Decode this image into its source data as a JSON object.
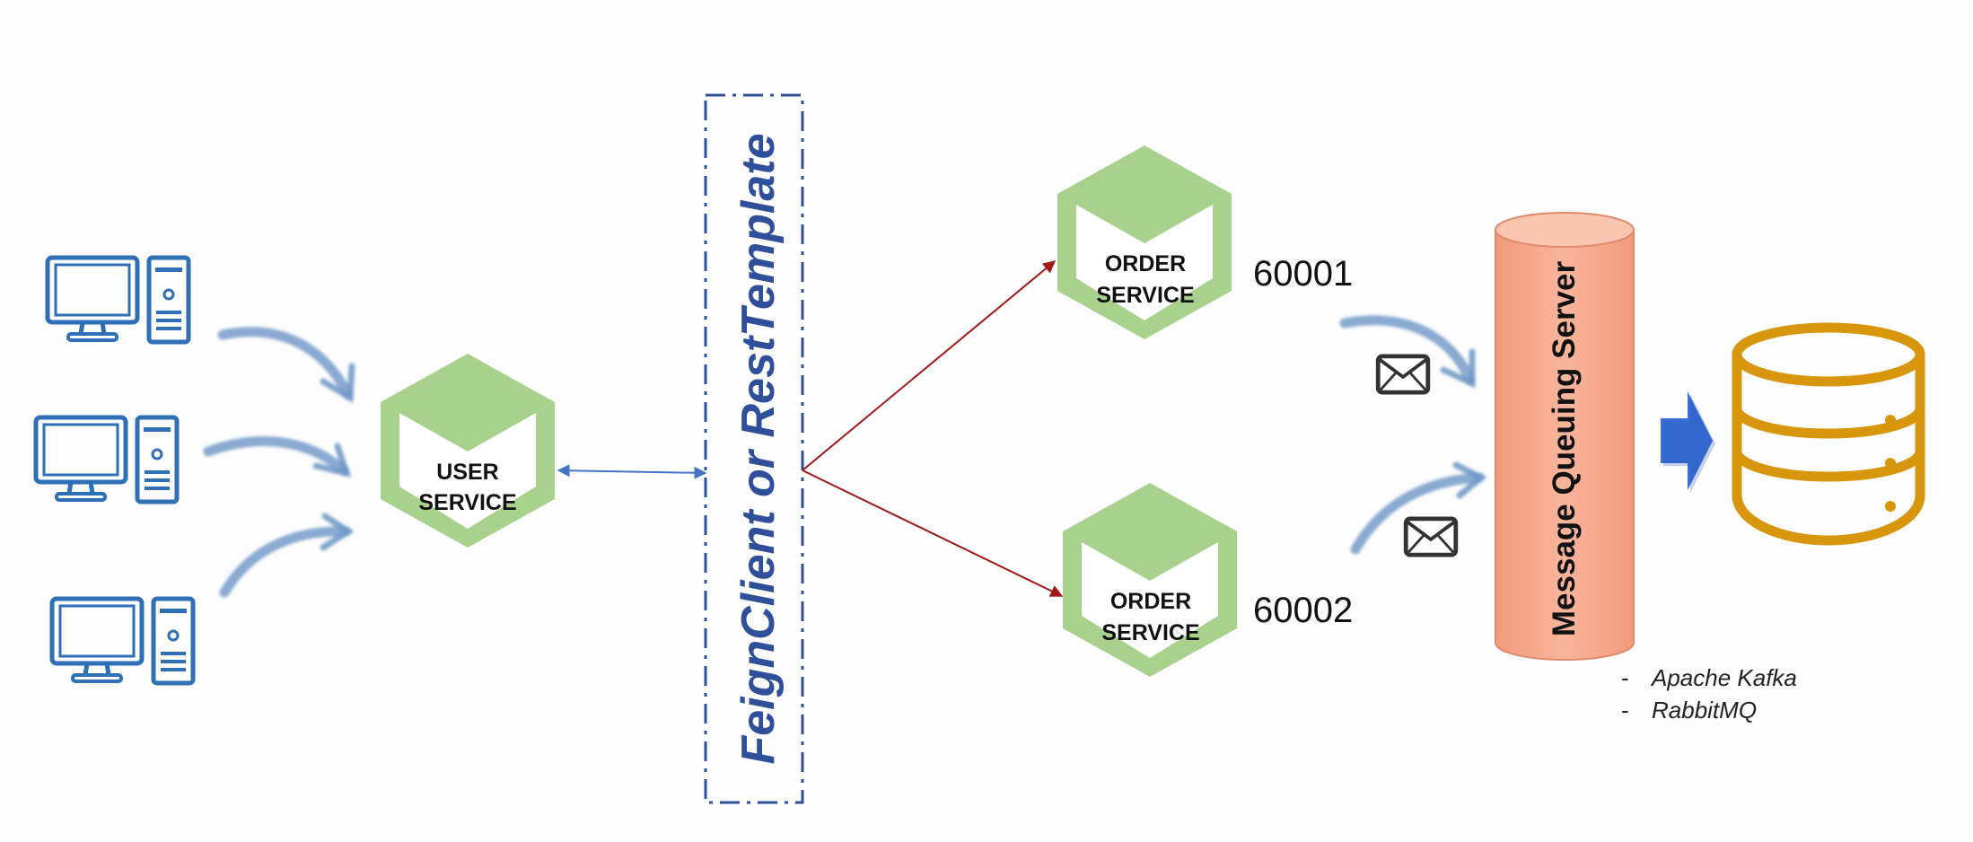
{
  "gateway": {
    "label": "FeignClient or RestTemplate"
  },
  "user_service": {
    "line1": "USER",
    "line2": "SERVICE"
  },
  "order_services": [
    {
      "line1": "ORDER",
      "line2": "SERVICE",
      "port": "60001"
    },
    {
      "line1": "ORDER",
      "line2": "SERVICE",
      "port": "60002"
    }
  ],
  "queue": {
    "label": "Message Queuing Server",
    "brokers": [
      {
        "bullet": "-",
        "name": "Apache Kafka"
      },
      {
        "bullet": "-",
        "name": "RabbitMQ"
      }
    ]
  },
  "icons": {
    "clients": [
      "desktop-computer-icon",
      "desktop-computer-icon",
      "desktop-computer-icon"
    ],
    "messages": [
      "envelope-icon",
      "envelope-icon"
    ],
    "database": "database-icon",
    "flow": "blue-arrow-icon"
  },
  "colors": {
    "client": "#2e6fb5",
    "hex_fill": "#a9d18e",
    "hex_inner": "#ffffff",
    "gateway_border": "#2f4f9a",
    "gateway_text": "#2f4f9a",
    "link_blue": "#4472c4",
    "link_red": "#a01818",
    "queue_body": "#f7a98c",
    "queue_edge": "#e08a6b",
    "database": "#d8960c",
    "flow_arrow": "#3a6fd8",
    "envelope": "#333333"
  }
}
